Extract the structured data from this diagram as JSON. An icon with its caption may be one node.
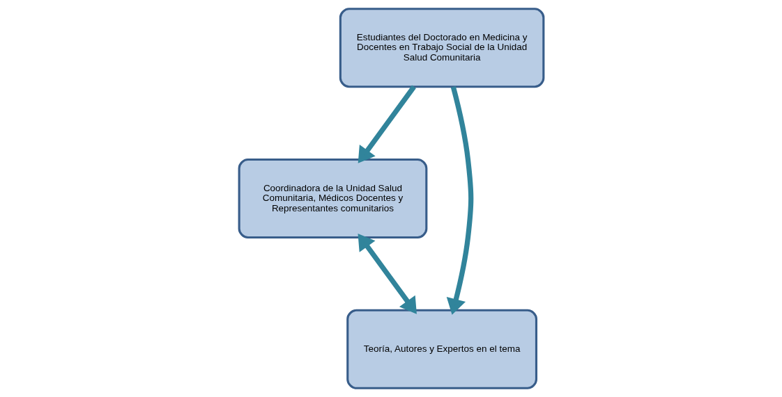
{
  "diagram": {
    "nodes": [
      {
        "text": [
          "Estudiantes del Doctorado en Medicina y Docentes en Trabajo Social de la Unidad Salud Comunitaria"
        ]
      },
      {
        "text": [
          "Coordinadora de la Unidad Salud Comunitaria, Médicos Docentes y Representantes comunitarios"
        ]
      },
      {
        "text": [
          "Teoría, Autores y Expertos en el tema"
        ]
      }
    ],
    "edges": [
      {
        "from": 0,
        "to": 1,
        "arrow": "to"
      },
      {
        "from": 0,
        "to": 2,
        "arrow": "to"
      },
      {
        "from": 1,
        "to": 2,
        "arrow": "both"
      }
    ]
  }
}
